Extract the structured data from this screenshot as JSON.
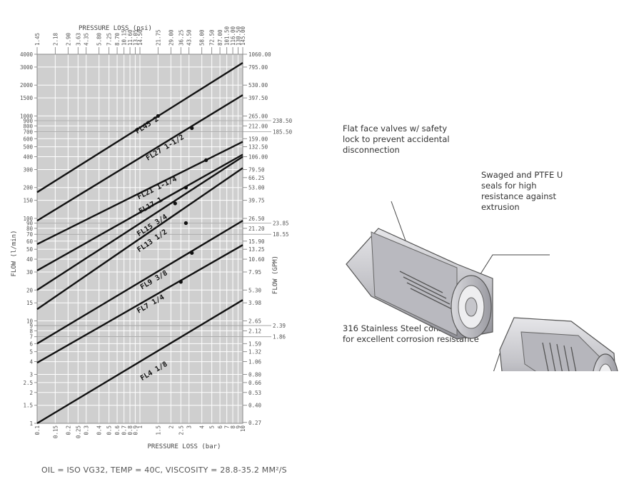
{
  "chart_data": {
    "type": "line",
    "xscale": "log",
    "yscale": "log",
    "grid": true,
    "top_axis_title": "PRESSURE LOSS (psi)",
    "bottom_axis_title": "PRESSURE LOSS (bar)",
    "left_axis_title": "FLOW (l/min)",
    "right_axis_title": "FLOW (GPM)",
    "xlim": [
      0.1,
      10
    ],
    "ylim": [
      1,
      4000
    ],
    "x_ticks": [
      "0.1",
      "0.15",
      "0.2",
      "0.25",
      "0.3",
      "0.4",
      "0.5",
      "0.6",
      "0.7",
      "0.8",
      "0.9",
      "1",
      "1.5",
      "2",
      "2.5",
      "3",
      "4",
      "5",
      "6",
      "7",
      "8",
      "9",
      "10"
    ],
    "x_tick_values": [
      0.1,
      0.15,
      0.2,
      0.25,
      0.3,
      0.4,
      0.5,
      0.6,
      0.7,
      0.8,
      0.9,
      1,
      1.5,
      2,
      2.5,
      3,
      4,
      5,
      6,
      7,
      8,
      9,
      10
    ],
    "psi_ticks": [
      "1.45",
      "2.18",
      "2.90",
      "3.63",
      "4.35",
      "5.80",
      "7.25",
      "8.70",
      "10.15",
      "11.60",
      "13.05",
      "14.50",
      "21.75",
      "29.00",
      "36.25",
      "43.50",
      "58.00",
      "72.50",
      "87.00",
      "101.50",
      "116.00",
      "130.50",
      "145.00"
    ],
    "y_ticks": [
      "1",
      "1.5",
      "2",
      "2.5",
      "3",
      "4",
      "5",
      "6",
      "7",
      "8",
      "9",
      "10",
      "15",
      "20",
      "30",
      "40",
      "50",
      "60",
      "70",
      "80",
      "90",
      "100",
      "150",
      "200",
      "300",
      "400",
      "500",
      "600",
      "700",
      "800",
      "900",
      "1000",
      "1500",
      "2000",
      "3000",
      "4000"
    ],
    "y_tick_values": [
      1,
      1.5,
      2,
      2.5,
      3,
      4,
      5,
      6,
      7,
      8,
      9,
      10,
      15,
      20,
      30,
      40,
      50,
      60,
      70,
      80,
      90,
      100,
      150,
      200,
      300,
      400,
      500,
      600,
      700,
      800,
      900,
      1000,
      1500,
      2000,
      3000,
      4000
    ],
    "gpm_ticks": [
      "0.27",
      "0.40",
      "0.53",
      "0.66",
      "0.80",
      "1.06",
      "1.32",
      "1.59",
      "2.12",
      "2.65",
      "3.98",
      "5.30",
      "7.95",
      "10.60",
      "13.25",
      "15.90",
      "21.20",
      "26.50",
      "39.75",
      "53.00",
      "66.25",
      "79.50",
      "106.00",
      "132.50",
      "159.00",
      "212.00",
      "265.00",
      "397.50",
      "530.00",
      "795.00",
      "1060.00"
    ],
    "gpm_tick_values": [
      1.02,
      1.5,
      2,
      2.5,
      3,
      4,
      5,
      6,
      8,
      10,
      15,
      20,
      30,
      40,
      50,
      60,
      80,
      100,
      150,
      200,
      250,
      300,
      400,
      500,
      600,
      800,
      1000,
      1500,
      2000,
      3000,
      4000
    ],
    "max_gpm_marks": [
      "238.50",
      "185.50",
      "23.85",
      "18.55",
      "2.39",
      "1.86"
    ],
    "max_gpm_values": [
      900,
      700,
      90,
      70,
      9,
      7
    ],
    "series": [
      {
        "name": "FL45 2",
        "x": [
          0.1,
          10
        ],
        "y": [
          180,
          3300
        ],
        "dot": [
          1.5,
          1000
        ],
        "label_x": 1.2,
        "label_y": 780
      },
      {
        "name": "FL27 1-1/2",
        "x": [
          0.1,
          10
        ],
        "y": [
          95,
          1600
        ],
        "dot": [
          3.2,
          760
        ],
        "label_x": 1.8,
        "label_y": 470
      },
      {
        "name": "FL21 1-1/4",
        "x": [
          0.1,
          10
        ],
        "y": [
          56,
          560
        ],
        "dot": [
          4.4,
          370
        ],
        "label_x": 1.5,
        "label_y": 190
      },
      {
        "name": "FL17 1",
        "x": [
          0.1,
          10
        ],
        "y": [
          31,
          420
        ],
        "dot": [
          2.8,
          200
        ],
        "label_x": 1.3,
        "label_y": 128
      },
      {
        "name": "FL15 3/4",
        "x": [
          0.1,
          10
        ],
        "y": [
          20,
          400
        ],
        "dot": [
          2.2,
          140
        ],
        "label_x": 1.35,
        "label_y": 82
      },
      {
        "name": "FL13 1/2",
        "x": [
          0.1,
          10
        ],
        "y": [
          13,
          310
        ],
        "dot": [
          2.8,
          90
        ],
        "label_x": 1.35,
        "label_y": 58
      },
      {
        "name": "FL9 3/8",
        "x": [
          0.1,
          10
        ],
        "y": [
          6,
          95
        ],
        "dot": [
          3.2,
          46
        ],
        "label_x": 1.4,
        "label_y": 24
      },
      {
        "name": "FL7 1/4",
        "x": [
          0.1,
          10
        ],
        "y": [
          3.9,
          55
        ],
        "dot": [
          2.5,
          24
        ],
        "label_x": 1.3,
        "label_y": 14
      },
      {
        "name": "FL4 1/8",
        "x": [
          0.1,
          10
        ],
        "y": [
          1.0,
          16
        ],
        "dot": null,
        "label_x": 1.4,
        "label_y": 3.1
      }
    ]
  },
  "callouts": {
    "flat_face": "Flat face valves w/ safety lock to prevent accidental disconnection",
    "swaged": "Swaged and PTFE U seals for high resistance against extrusion",
    "stainless": "316 Stainless Steel construction for excellent corrosion resistance"
  },
  "footnote": "OIL = ISO VG32, TEMP = 40C, VISCOSITY = 28.8-35.2 MM²/S"
}
